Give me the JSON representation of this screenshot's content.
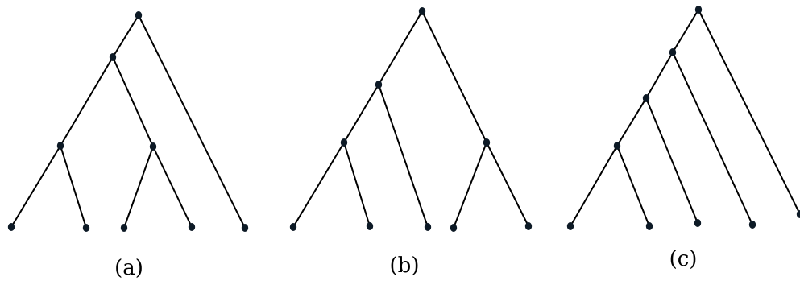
{
  "colors": {
    "edge": "#000000",
    "node": "#0d1a26",
    "background": "#ffffff"
  },
  "panels": [
    {
      "id": "a",
      "label": "(a)",
      "tree": [
        [
          [
            {},
            {}
          ],
          [
            {},
            {}
          ]
        ],
        {}
      ]
    },
    {
      "id": "b",
      "label": "(b)",
      "tree": [
        [
          [
            {},
            {}
          ],
          {}
        ],
        [
          {},
          {}
        ]
      ]
    },
    {
      "id": "c",
      "label": "(c)",
      "tree": [
        [
          [
            [
              {},
              {}
            ],
            {}
          ],
          {}
        ],
        {}
      ]
    }
  ]
}
